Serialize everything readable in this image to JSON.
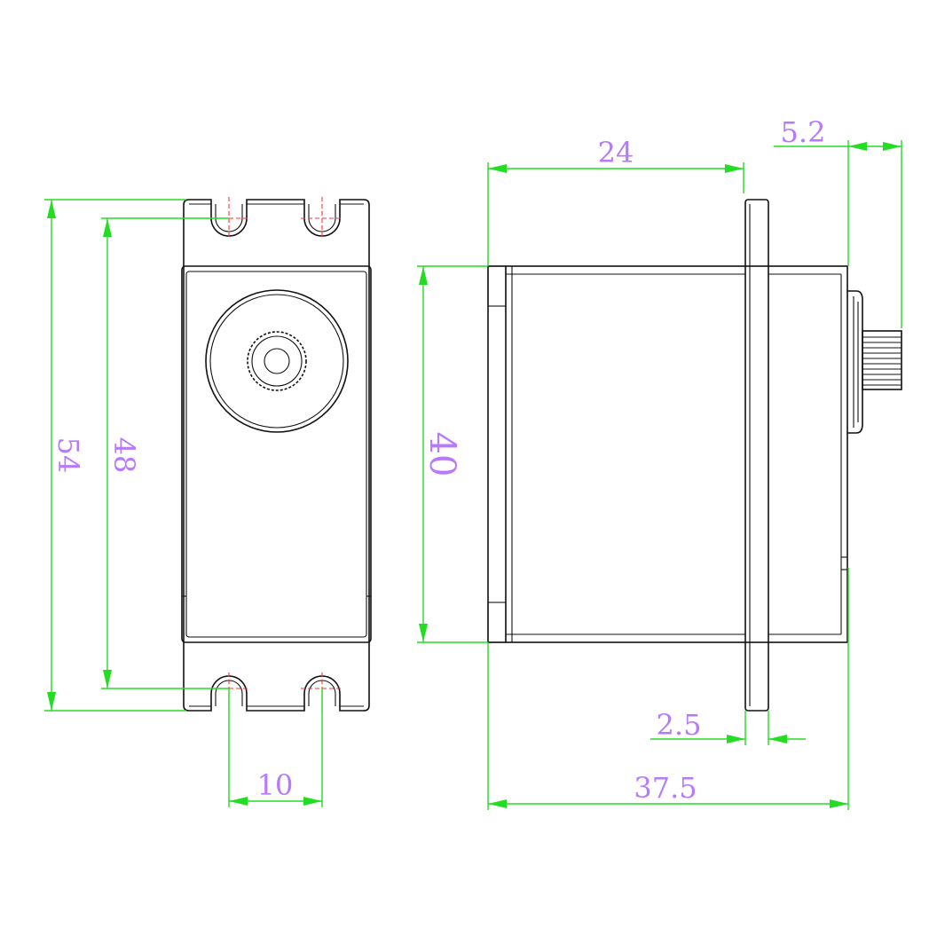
{
  "colors": {
    "outline": "#111111",
    "dimension_line": "#22dd22",
    "dimension_text": "#b57aff",
    "center_mark": "#ff3333",
    "background": "#ffffff"
  },
  "front_view": {
    "dims": {
      "overall_height": "54",
      "hole_spacing_vertical": "48",
      "hole_spacing_horizontal": "10"
    }
  },
  "side_view": {
    "dims": {
      "flange_to_back": "24",
      "spline_length": "5.2",
      "body_height": "40",
      "flange_thickness": "2.5",
      "overall_length": "37.5"
    }
  }
}
